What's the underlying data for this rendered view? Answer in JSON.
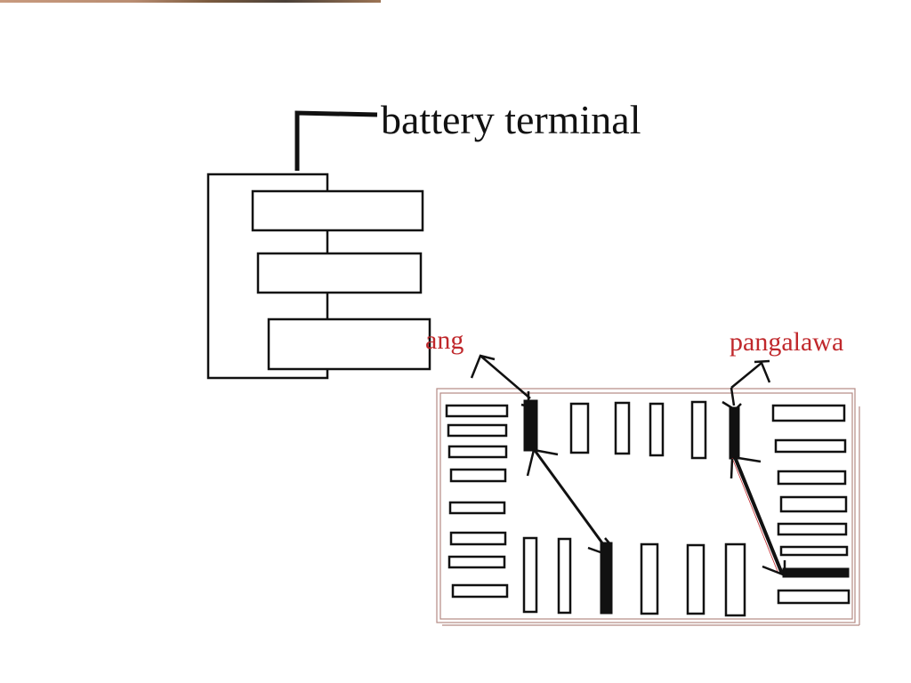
{
  "labels": {
    "terminal": "battery terminal",
    "left_marker": "ang",
    "right_marker": "pangalawa"
  },
  "colors": {
    "line": "#111111",
    "annotation_red": "#c0282c",
    "board_outline": "#b58a84"
  },
  "diagram": {
    "component_description": "battery holder with three stacked plates connected to battery terminal",
    "board_description": "circuit board with pads; two highlighted jumper connections"
  }
}
